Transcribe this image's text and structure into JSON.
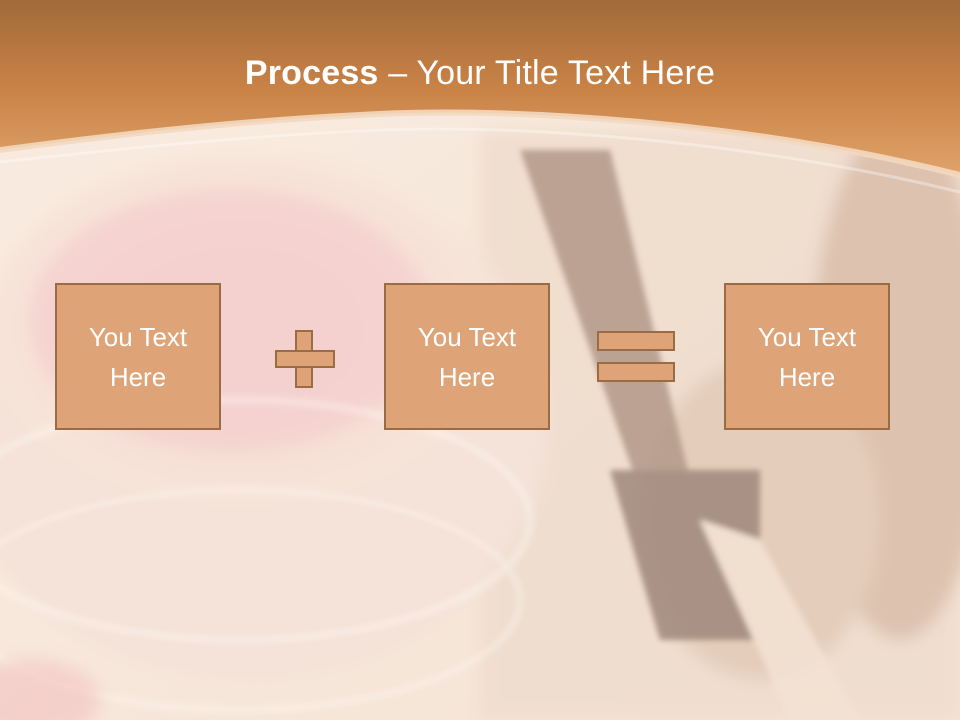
{
  "slide": {
    "title_bold": "Process",
    "title_rest": " – Your Title Text Here",
    "boxes": [
      {
        "label": "You Text Here"
      },
      {
        "label": "You Text Here"
      },
      {
        "label": "You Text Here"
      }
    ],
    "operators": [
      "plus-icon",
      "equals-icon"
    ],
    "colors": {
      "banner": "#c87a3c",
      "box_fill": "#dea377",
      "box_border": "#9a6c45",
      "text": "#ffffff"
    }
  }
}
